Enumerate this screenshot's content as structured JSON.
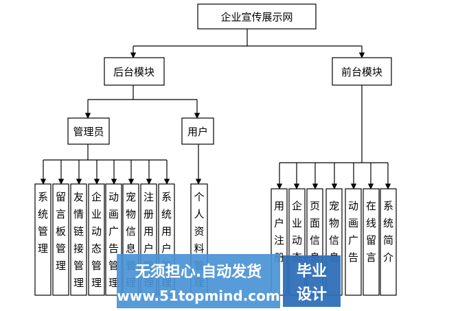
{
  "root": {
    "label": "企业宣传展示网"
  },
  "modules": [
    {
      "label": "后台模块",
      "roles": [
        {
          "label": "管理员",
          "features": [
            "系统管理",
            "留言板管理",
            "友情链接管理",
            "企业动态管理",
            "动画广告管理",
            "宠物信息管理",
            "注册用户管理",
            "系统用户管理"
          ]
        },
        {
          "label": "用户",
          "features": [
            "个人资料管理"
          ]
        }
      ]
    },
    {
      "label": "前台模块",
      "features": [
        "用户注册",
        "企业动态",
        "页面信息",
        "宠物信息",
        "动画广告",
        "在线留言",
        "系统简介"
      ]
    }
  ],
  "watermark": {
    "line1": "无须担心.自动发货",
    "line2": "www.51topmind.com",
    "badge_line1": "毕业",
    "badge_line2": "设计",
    "bg_color": "#4a93d6",
    "badge_color": "#2f6fb8"
  },
  "colors": {
    "stroke": "#000000",
    "box_fill": "#ffffff"
  }
}
